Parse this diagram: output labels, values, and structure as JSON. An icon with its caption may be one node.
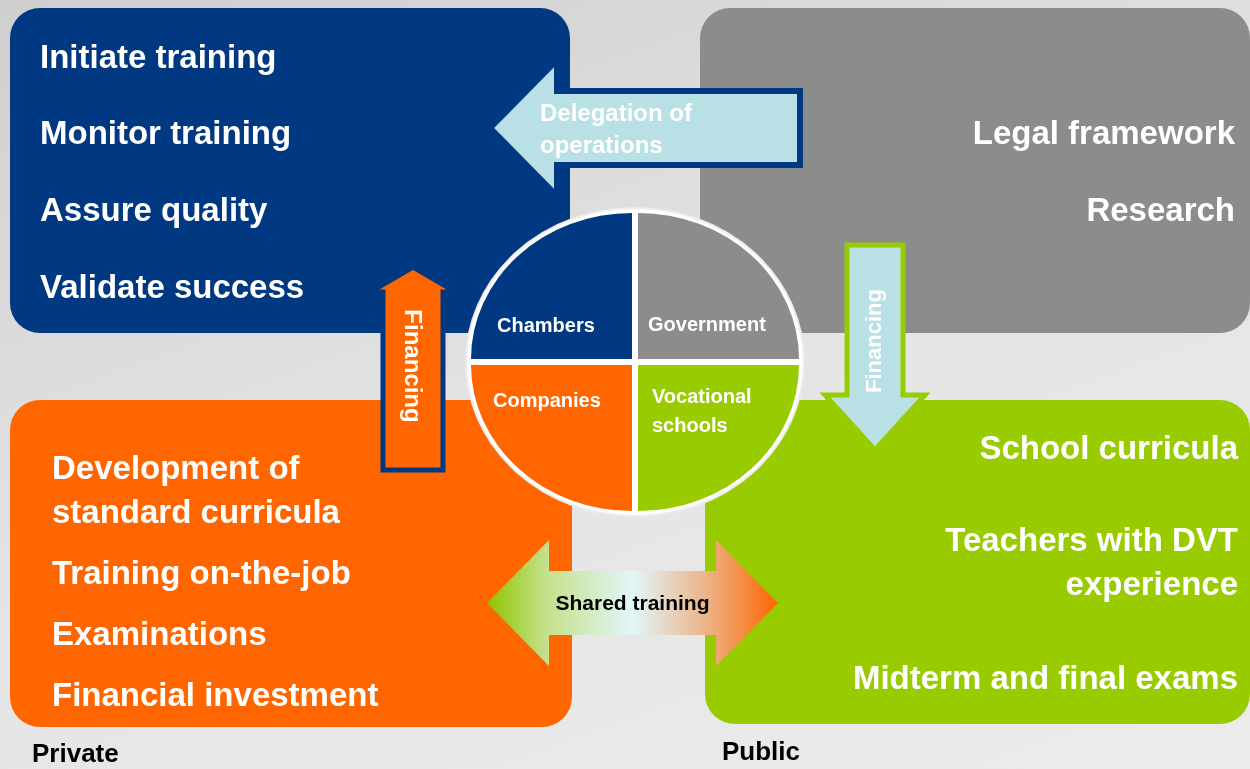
{
  "diagram": {
    "nodes": [
      {
        "text": [
          "Initiate training",
          "Monitor training",
          "Assure quality",
          "Validate success"
        ]
      },
      {
        "text": [
          "Legal framework",
          "Research"
        ]
      },
      {
        "text": [
          "Development of standard curricula",
          "Training on-the-job",
          "Examinations",
          "Financial investment"
        ],
        "beside": [
          "Private"
        ]
      },
      {
        "text": [
          "School curricula",
          "Teachers with DVT experience",
          "Midterm and final exams"
        ],
        "beside": [
          "Public"
        ]
      },
      {
        "text": [
          "Chambers"
        ]
      },
      {
        "text": [
          "Government"
        ]
      },
      {
        "text": [
          "Companies"
        ]
      },
      {
        "text": [
          "Vocational schools"
        ]
      }
    ],
    "edges": [
      {
        "from": 1,
        "to": 0,
        "arrow": "to",
        "label": "Delegation of operations"
      },
      {
        "from": 2,
        "to": 0,
        "arrow": "to",
        "label": "Financing"
      },
      {
        "from": 1,
        "to": 3,
        "arrow": "to",
        "label": "Financing"
      },
      {
        "from": 2,
        "to": 3,
        "arrow": "both",
        "label": "Shared training"
      }
    ]
  }
}
